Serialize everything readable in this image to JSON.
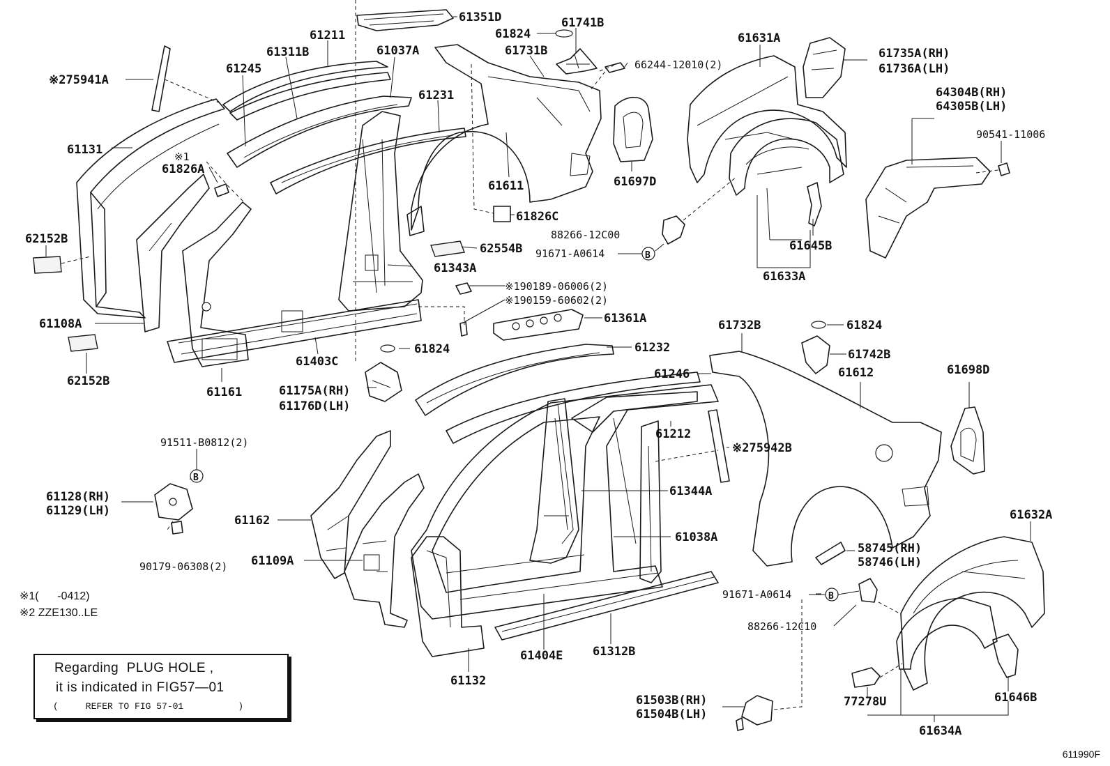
{
  "diagram": {
    "labels": {
      "p61351D": "61351D",
      "p61824_a": "61824",
      "p61741B": "61741B",
      "p61211": "61211",
      "p61311B": "61311B",
      "p61037A": "61037A",
      "p61731B": "61731B",
      "p66244": "66244-12010(2)",
      "p61631A": "61631A",
      "p61735A": "61735A(RH)",
      "p61736A": "61736A(LH)",
      "p75941A": "※275941A",
      "p61245": "61245",
      "p61231": "61231",
      "p64304B": "64304B(RH)",
      "p64305B": "64305B(LH)",
      "p90541": "90541-11006",
      "p61131": "61131",
      "p61826A_note": "※1",
      "p61826A": "61826A",
      "p61611": "61611",
      "p61697D": "61697D",
      "p61826C": "61826C",
      "p88266_a": "88266-12C00",
      "p62152B_a": "62152B",
      "p62554B": "62554B",
      "p91671_a": "91671-A0614",
      "p61645B": "61645B",
      "p61343A": "61343A",
      "p61633A": "61633A",
      "p90189": "※190189-06006(2)",
      "p90159": "※190159-60602(2)",
      "p61108A": "61108A",
      "p61361A": "61361A",
      "p61732B": "61732B",
      "p61824_b": "61824",
      "p61403C": "61403C",
      "p61824_c": "61824",
      "p61232": "61232",
      "p61742B": "61742B",
      "p62152B_b": "62152B",
      "p61161": "61161",
      "p61175A": "61175A(RH)",
      "p61176D": "61176D(LH)",
      "p61246": "61246",
      "p61612": "61612",
      "p61698D": "61698D",
      "p61212": "61212",
      "p91511": "91511-B0812(2)",
      "p75942B": "※275942B",
      "p61128": "61128(RH)",
      "p61129": "61129(LH)",
      "p61344A": "61344A",
      "p61162": "61162",
      "p61632A": "61632A",
      "p61038A": "61038A",
      "p61109A": "61109A",
      "p58745": "58745(RH)",
      "p58746": "58746(LH)",
      "p90179": "90179-06308(2)",
      "p91671_b": "91671-A0614",
      "p88266_b": "88266-12C10",
      "p61404E": "61404E",
      "p61312B": "61312B",
      "p61132": "61132",
      "p61503B": "61503B(RH)",
      "p61504B": "61504B(LH)",
      "p77278U": "77278U",
      "p61646B": "61646B",
      "p61634A": "61634A"
    },
    "bolt_marker": "B",
    "notes": {
      "n1": "※1(      -0412)",
      "n2": "※2 ZZE130..LE"
    },
    "plug_box": {
      "line1": "Regarding  PLUG HOLE ,",
      "line2": "it is indicated in FIG57—01",
      "line3": "(     REFER TO FIG 57-01          )"
    },
    "figure_code": "611990F"
  }
}
